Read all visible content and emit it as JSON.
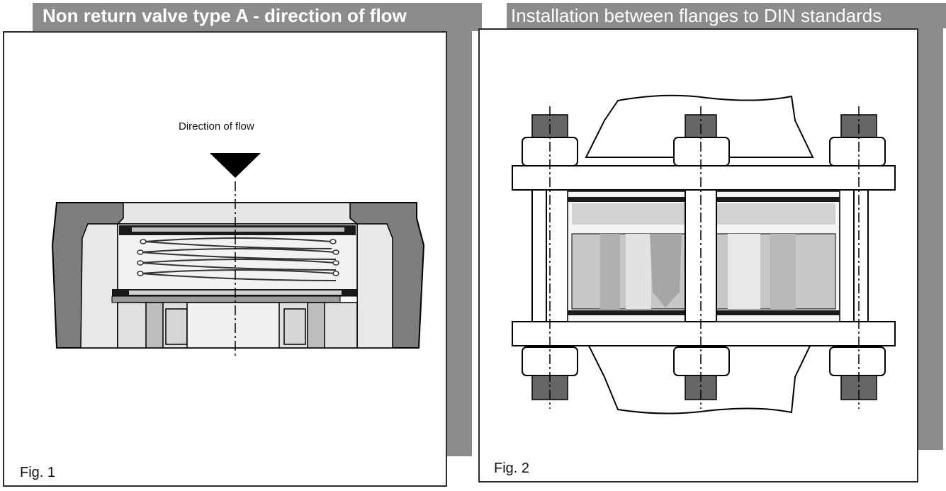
{
  "figure1": {
    "title": "Non return valve type A - direction of flow",
    "flow_label": "Direction of flow",
    "fig_label": "Fig. 1"
  },
  "figure2": {
    "title": "Installation between flanges to DIN standards",
    "fig_label": "Fig. 2"
  }
}
